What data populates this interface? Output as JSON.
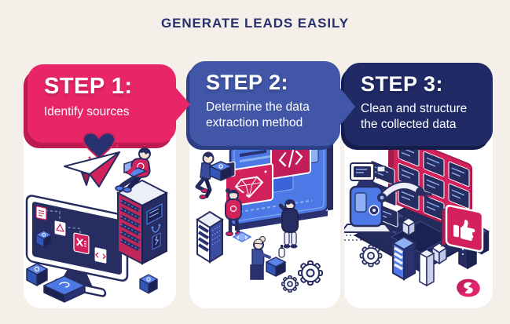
{
  "title": "GENERATE LEADS EASILY",
  "steps": [
    {
      "heading": "STEP 1:",
      "description": "Identify sources",
      "banner_color": "#E82667",
      "shadow_color": "#BD1A52",
      "illustration": "computer-collecting-source-files"
    },
    {
      "heading": "STEP 2:",
      "description": "Determine the data extraction method",
      "banner_color": "#4156A7",
      "shadow_color": "#2C3E86",
      "illustration": "team-configuring-extraction-dashboard"
    },
    {
      "heading": "STEP 3:",
      "description": "Clean and structure the collected data",
      "banner_color": "#202B66",
      "shadow_color": "#141D4B",
      "illustration": "robot-arm-structuring-data"
    }
  ],
  "colors": {
    "background": "#F4EFE9",
    "card": "#FFFFFF",
    "title_text": "#292F6E",
    "accent_pink": "#E82667",
    "accent_blue": "#4156A7",
    "accent_navy": "#202B66",
    "illustration_navy": "#272D60",
    "illustration_crimson": "#D2215B",
    "illustration_blue": "#4D79E6"
  },
  "icons": [
    "heart-icon",
    "paper-plane-icon",
    "monitor-illustration",
    "file-icons",
    "server-rack-illustration",
    "person-on-server-illustration",
    "cube-icon",
    "device-box-icon",
    "dashboard-board-illustration",
    "gem-panel-icon",
    "code-panel-icon",
    "running-person-illustration",
    "server-tower-illustration",
    "person-at-board-illustration",
    "person-right-illustration",
    "seated-person-illustration",
    "code-chip-icon",
    "gears-icon",
    "platform-illustration",
    "data-grid-screen-illustration",
    "stacked-cards-illustration",
    "robot-arm-illustration",
    "thumbs-up-card-icon",
    "pillar-box-icon",
    "navy-box-icon",
    "brand-swirl-logo"
  ],
  "logo": {
    "name": "swirl-brand-mark",
    "color": "#E2246D"
  }
}
